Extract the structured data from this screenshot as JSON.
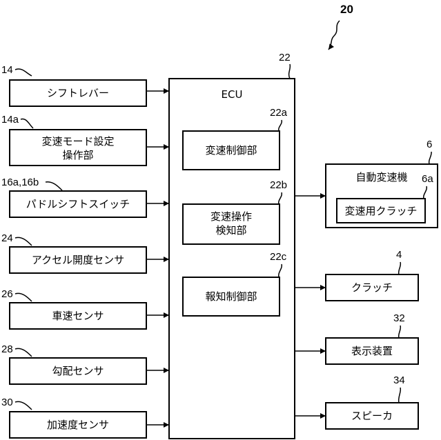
{
  "figure_ref": "20",
  "ecu": {
    "ref": "22",
    "label": "ECU"
  },
  "inputs": [
    {
      "ref": "14",
      "label": "シフトレバー"
    },
    {
      "ref": "14a",
      "label": "変速モード設定",
      "label2": "操作部"
    },
    {
      "ref": "16a,16b",
      "label": "パドルシフトスイッチ"
    },
    {
      "ref": "24",
      "label": "アクセル開度センサ"
    },
    {
      "ref": "26",
      "label": "車速センサ"
    },
    {
      "ref": "28",
      "label": "勾配センサ"
    },
    {
      "ref": "30",
      "label": "加速度センサ"
    }
  ],
  "ecu_blocks": [
    {
      "ref": "22a",
      "label": "変速制御部"
    },
    {
      "ref": "22b",
      "label": "変速操作",
      "label2": "検知部"
    },
    {
      "ref": "22c",
      "label": "報知制御部"
    }
  ],
  "transmission": {
    "ref": "6",
    "label": "自動変速機",
    "clutch_ref": "6a",
    "clutch_label": "変速用クラッチ"
  },
  "outputs": [
    {
      "ref": "4",
      "label": "クラッチ"
    },
    {
      "ref": "32",
      "label": "表示装置"
    },
    {
      "ref": "34",
      "label": "スピーカ"
    }
  ]
}
